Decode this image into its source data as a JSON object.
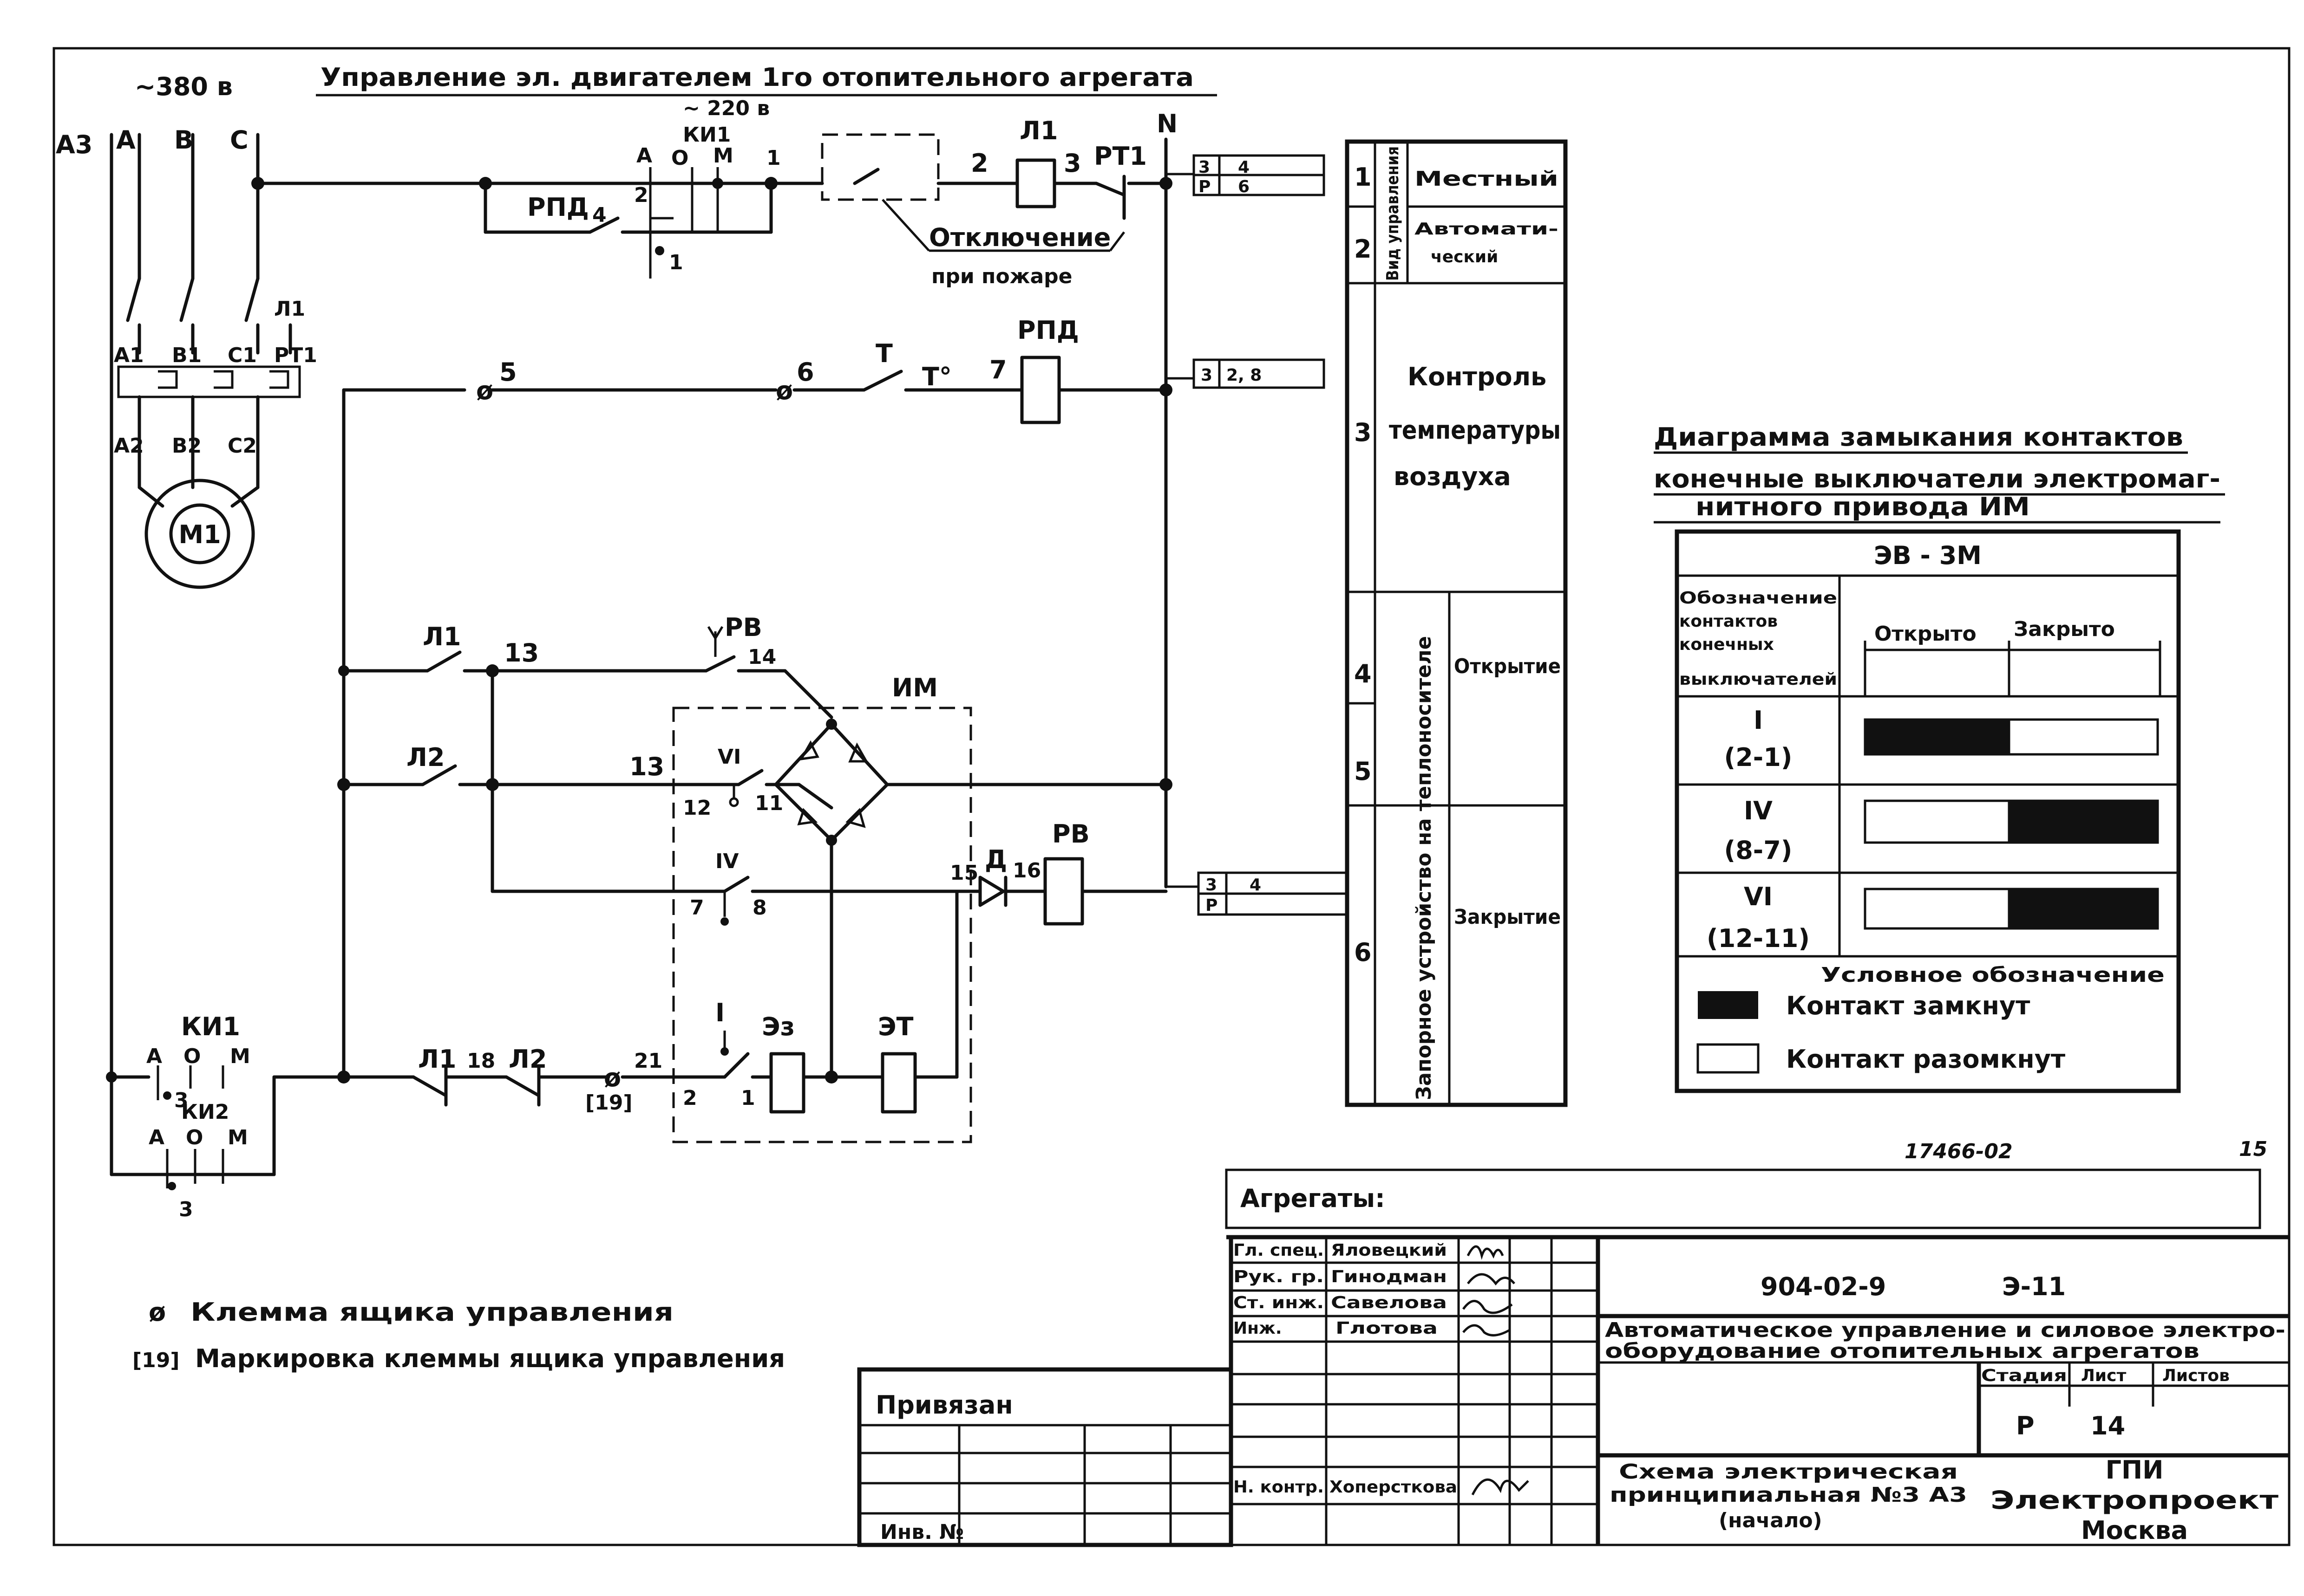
{
  "header": {
    "voltage_380": "~380 в",
    "title": "Управление эл. двигателем 1го отопительного агрегата",
    "voltage_220": "~ 220 в",
    "sheet_page": "15",
    "doc_code": "17466-02"
  },
  "phases": [
    "A3",
    "A",
    "B",
    "C"
  ],
  "neutral": "N",
  "motor": {
    "label": "M1",
    "contactor": "Л1",
    "terminals_top": [
      "A1",
      "B1",
      "C1",
      "PT1"
    ],
    "terminals_bottom": [
      "A2",
      "B2",
      "C2"
    ]
  },
  "circuit": {
    "switch_label": "КИ1",
    "switch_pos": [
      "А",
      "О",
      "М"
    ],
    "switch2_label": "КИ2",
    "rpd": "РПД",
    "l1": "Л1",
    "l2": "Л2",
    "rt1": "РТ1",
    "t": "Т",
    "t_deg": "Т°",
    "rv": "РВ",
    "im": "ИМ",
    "diode": "Д",
    "e3": "Эз",
    "et": "ЭТ",
    "i": "I",
    "iv": "IV",
    "vi": "VI",
    "fire_off_1": "Отключение",
    "fire_off_2": "при пожаре",
    "bracket19": "[19]",
    "nodes": [
      "1",
      "2",
      "3",
      "4",
      "5",
      "6",
      "7",
      "8",
      "11",
      "12",
      "13",
      "14",
      "15",
      "16",
      "18",
      "21"
    ]
  },
  "refs": {
    "r1": {
      "a": "3",
      "b": "4",
      "c": "Р",
      "d": "6"
    },
    "r2": {
      "a": "3",
      "b": "2, 8"
    },
    "r3": {
      "a": "3",
      "b": "4",
      "c": "Р"
    }
  },
  "side_table": {
    "rows": [
      "1",
      "2",
      "3",
      "4",
      "5",
      "6"
    ],
    "vid_upr": "Вид управления",
    "local": "Местный",
    "auto_1": "Автомати-",
    "auto_2": "ческий",
    "control_1": "Контроль",
    "control_2": "температуры",
    "control_3": "воздуха",
    "device": "Запорное устройство на теплоносителе",
    "open": "Открытие",
    "close": "Закрытие"
  },
  "diagram": {
    "title1": "Диаграмма замыкания контактов",
    "title2": "конечные выключатели электромаг-",
    "title3": "нитного привода ИМ",
    "model": "ЭВ - 3М",
    "col_head": [
      "Обозначение",
      "контактов",
      "конечных",
      "выключателей"
    ],
    "open": "Открыто",
    "closed": "Закрыто",
    "rows": [
      {
        "num": "I",
        "pair": "(2-1)",
        "open": 1,
        "close": 0
      },
      {
        "num": "IV",
        "pair": "(8-7)",
        "open": 0,
        "close": 1
      },
      {
        "num": "VI",
        "pair": "(12-11)",
        "open": 0,
        "close": 1
      }
    ],
    "legend_title": "Условное обозначение",
    "legend_closed": "Контакт замкнут",
    "legend_open": "Контакт разомкнут"
  },
  "notes": {
    "terminal": "Клемма ящика управления",
    "marking_sym": "[19]",
    "marking": "Маркировка клеммы ящика управления"
  },
  "stamp": {
    "aggregates": "Агрегаты:",
    "privyazan": "Привязан",
    "inv": "Инв. №",
    "people": [
      {
        "role": "Гл. спец.",
        "name": "Яловецкий"
      },
      {
        "role": "Рук. гр.",
        "name": "Гинодман"
      },
      {
        "role": "Ст. инж.",
        "name": "Савелова"
      },
      {
        "role": "Инж.",
        "name": "Глотова"
      }
    ],
    "nkontr_role": "Н. контр.",
    "nkontr_name": "Хоперсткова",
    "code": "904-02-9",
    "code2": "Э-11",
    "desc1": "Автоматическое управление и силовое электро-",
    "desc2": "оборудование отопительных агрегатов",
    "stage_h": "Стадия",
    "sheet_h": "Лист",
    "sheets_h": "Листов",
    "stage": "Р",
    "sheet": "14",
    "scheme1": "Схема электрическая",
    "scheme2": "принципиальная №3 А3",
    "scheme3": "(начало)",
    "org1": "ГПИ",
    "org2": "Электропроект",
    "org3": "Москва"
  }
}
